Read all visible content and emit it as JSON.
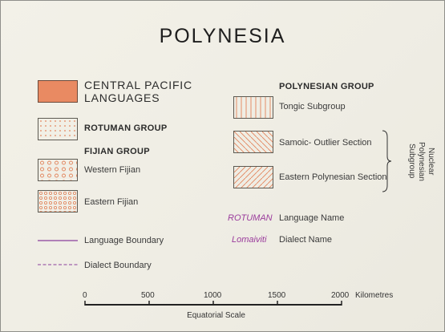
{
  "title": "POLYNESIA",
  "colors": {
    "central_pacific_fill": "#e98a62",
    "pattern_orange": "#e2835a",
    "boundary_purple": "#8a3e9c",
    "name_magenta": "#9a3b9c"
  },
  "left": {
    "central_pacific": "CENTRAL PACIFIC LANGUAGES",
    "rotuman_group": "ROTUMAN GROUP",
    "fijian_group": "FIJIAN GROUP",
    "western_fijian": "Western Fijian",
    "eastern_fijian": "Eastern Fijian",
    "language_boundary": "Language Boundary",
    "dialect_boundary": "Dialect Boundary"
  },
  "right": {
    "polynesian_group": "POLYNESIAN GROUP",
    "tongic_subgroup": "Tongic Subgroup",
    "samoic_outlier": "Samoic- Outlier Section",
    "eastern_polynesian": "Eastern Polynesian Section",
    "nuclear_polynesian": "Nuclear Polynesian Subgroup",
    "language_name_example": "ROTUMAN",
    "language_name_label": "Language Name",
    "dialect_name_example": "Lomaiviti",
    "dialect_name_label": "Dialect Name"
  },
  "scale": {
    "ticks": [
      "0",
      "500",
      "1000",
      "1500",
      "2000"
    ],
    "unit": "Kilometres",
    "caption": "Equatorial Scale"
  }
}
